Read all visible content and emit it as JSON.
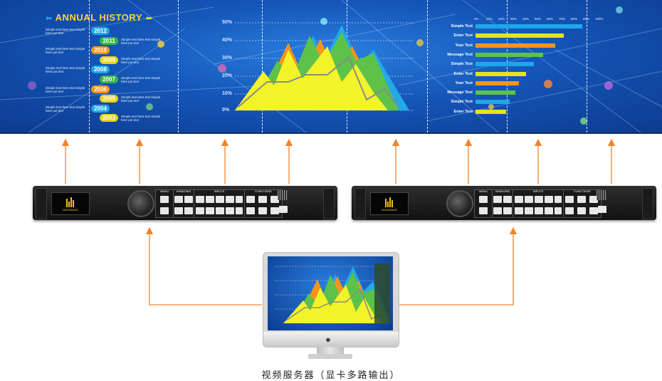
{
  "wall": {
    "history": {
      "title": "ANNUAL HISTORY",
      "years": [
        "2012",
        "2011",
        "2010",
        "2009",
        "2008",
        "2007",
        "2006",
        "2005",
        "2004",
        "2003"
      ],
      "year_colors": [
        "#1ea7e8",
        "#39b54a",
        "#f7941d",
        "#e5d21f",
        "#1ea7e8",
        "#39b54a",
        "#f7941d",
        "#e5d21f",
        "#1ea7e8",
        "#e5d21f"
      ],
      "entry_text": "Simple text here text simple here put text"
    },
    "mountain_chart": {
      "y_labels": [
        "50%",
        "40%",
        "30%",
        "20%",
        "10%",
        "0%"
      ]
    },
    "bar_chart": {
      "top_labels": [
        "0%",
        "10%",
        "20%",
        "30%",
        "40%",
        "50%",
        "60%",
        "70%",
        "80%",
        "90%",
        "100%"
      ],
      "rows": [
        {
          "label": "Simple Text",
          "value": 88,
          "color": "#1ea7e8"
        },
        {
          "label": "Enter Text",
          "value": 73,
          "color": "#e5e21f"
        },
        {
          "label": "Your Text",
          "value": 66,
          "color": "#f7941d"
        },
        {
          "label": "Message Text",
          "value": 56,
          "color": "#5cc24a"
        },
        {
          "label": "Simple Text",
          "value": 48,
          "color": "#1ea7e8"
        },
        {
          "label": "Enter Text",
          "value": 42,
          "color": "#e5e21f"
        },
        {
          "label": "Your Text",
          "value": 36,
          "color": "#f7941d"
        },
        {
          "label": "Message Text",
          "value": 33,
          "color": "#5cc24a"
        },
        {
          "label": "Simple Text",
          "value": 28,
          "color": "#1ea7e8"
        },
        {
          "label": "Enter Text",
          "value": 25,
          "color": "#e5e21f"
        }
      ]
    }
  },
  "units": {
    "sections": [
      "MENU",
      "WINDOWS",
      "INPUTS",
      "FUNCTIONS"
    ],
    "logo_text": "MAGNIMAGE"
  },
  "caption": "视频服务器（显卡多路输出）",
  "colors": {
    "arrow": "#f0842a",
    "wall": "#1556b8"
  }
}
